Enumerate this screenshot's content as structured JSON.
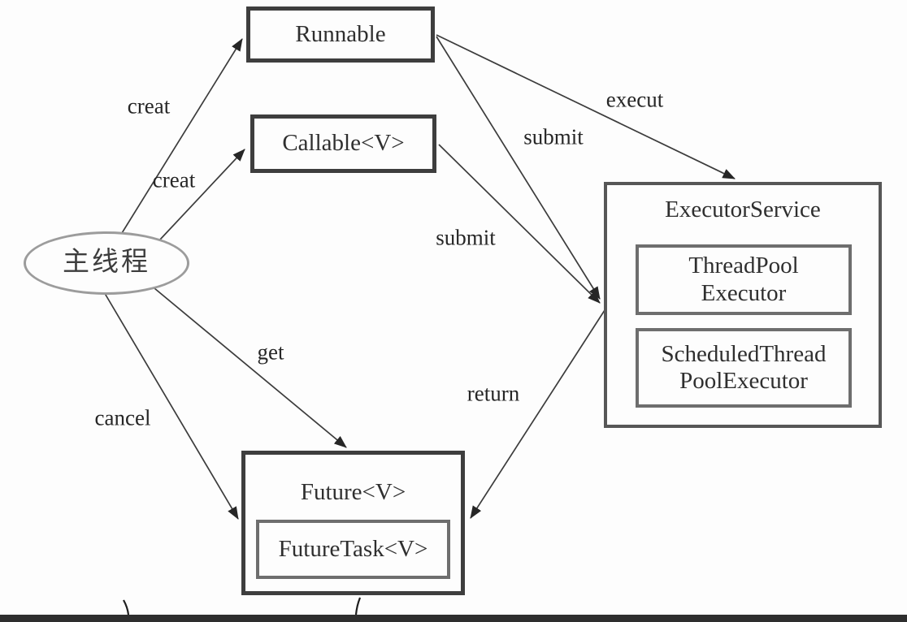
{
  "diagram": {
    "title_implicit": "Java Executor framework relationship diagram",
    "colors": {
      "background": "#fdfdfd",
      "line": "#3c3c3c",
      "strong_border": "#3e3e3e",
      "container_border": "#575757",
      "inner_border": "#6e6e6e",
      "ellipse_border": "#9c9c9c",
      "bottom_bar": "#2e2e2e"
    },
    "nodes": {
      "main_thread": {
        "label": "主线程"
      },
      "runnable": {
        "label": "Runnable"
      },
      "callable": {
        "label": "Callable<V>"
      },
      "executor_service": {
        "label": "ExecutorService"
      },
      "thread_pool_executor": {
        "line1": "ThreadPool",
        "line2": "Executor"
      },
      "scheduled_thread_pool_executor": {
        "line1": "ScheduledThread",
        "line2": "PoolExecutor"
      },
      "future": {
        "label": "Future<V>"
      },
      "future_task": {
        "label": "FutureTask<V>"
      }
    },
    "edges": [
      {
        "label": "creat",
        "from": "main_thread",
        "to": "runnable"
      },
      {
        "label": "creat",
        "from": "main_thread",
        "to": "callable"
      },
      {
        "label": "execut",
        "from": "runnable",
        "to": "executor_service"
      },
      {
        "label": "submit",
        "from": "runnable",
        "to": "executor_service"
      },
      {
        "label": "submit",
        "from": "callable",
        "to": "executor_service"
      },
      {
        "label": "get",
        "from": "main_thread",
        "to": "future"
      },
      {
        "label": "cancel",
        "from": "main_thread",
        "to": "future"
      },
      {
        "label": "return",
        "from": "executor_service",
        "to": "future"
      }
    ]
  }
}
